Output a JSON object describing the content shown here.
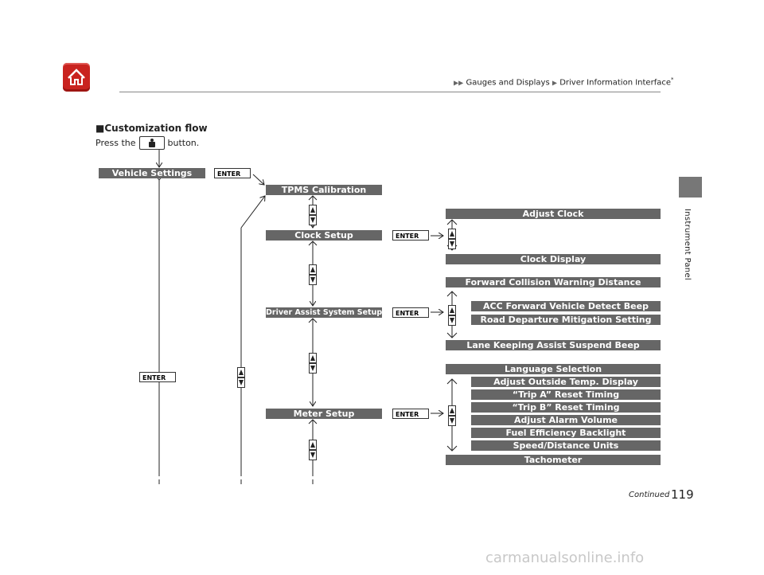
{
  "header": {
    "breadcrumb": [
      "Gauges and Displays",
      "Driver Information Interface"
    ],
    "breadcrumb_asterisk": "*"
  },
  "sidebar": {
    "label": "Instrument Panel"
  },
  "section": {
    "title": "■Customization flow",
    "press_before": "Press the",
    "press_after": "button."
  },
  "flow": {
    "enter": "ENTER",
    "vehicle_settings": "Vehicle Settings",
    "tpms": "TPMS Calibration",
    "clock_setup": "Clock Setup",
    "adjust_clock": "Adjust Clock",
    "clock_display": "Clock Display",
    "driver_assist": "Driver Assist System Setup",
    "fcw": "Forward Collision Warning Distance",
    "acc": "ACC Forward Vehicle Detect Beep",
    "rdm": "Road Departure Mitigation Setting",
    "lka": "Lane Keeping Assist Suspend Beep",
    "meter_setup": "Meter Setup",
    "meter_items": [
      "Language Selection",
      "Adjust Outside Temp. Display",
      "“Trip A” Reset Timing",
      "“Trip B” Reset Timing",
      "Adjust Alarm Volume",
      "Fuel Efficiency Backlight",
      "Speed/Distance Units",
      "Tachometer"
    ]
  },
  "footer": {
    "continued": "Continued",
    "page_number": "119",
    "watermark": "carmanualsonline.info"
  },
  "colors": {
    "bar": "#666666",
    "home": "#c9231f"
  }
}
